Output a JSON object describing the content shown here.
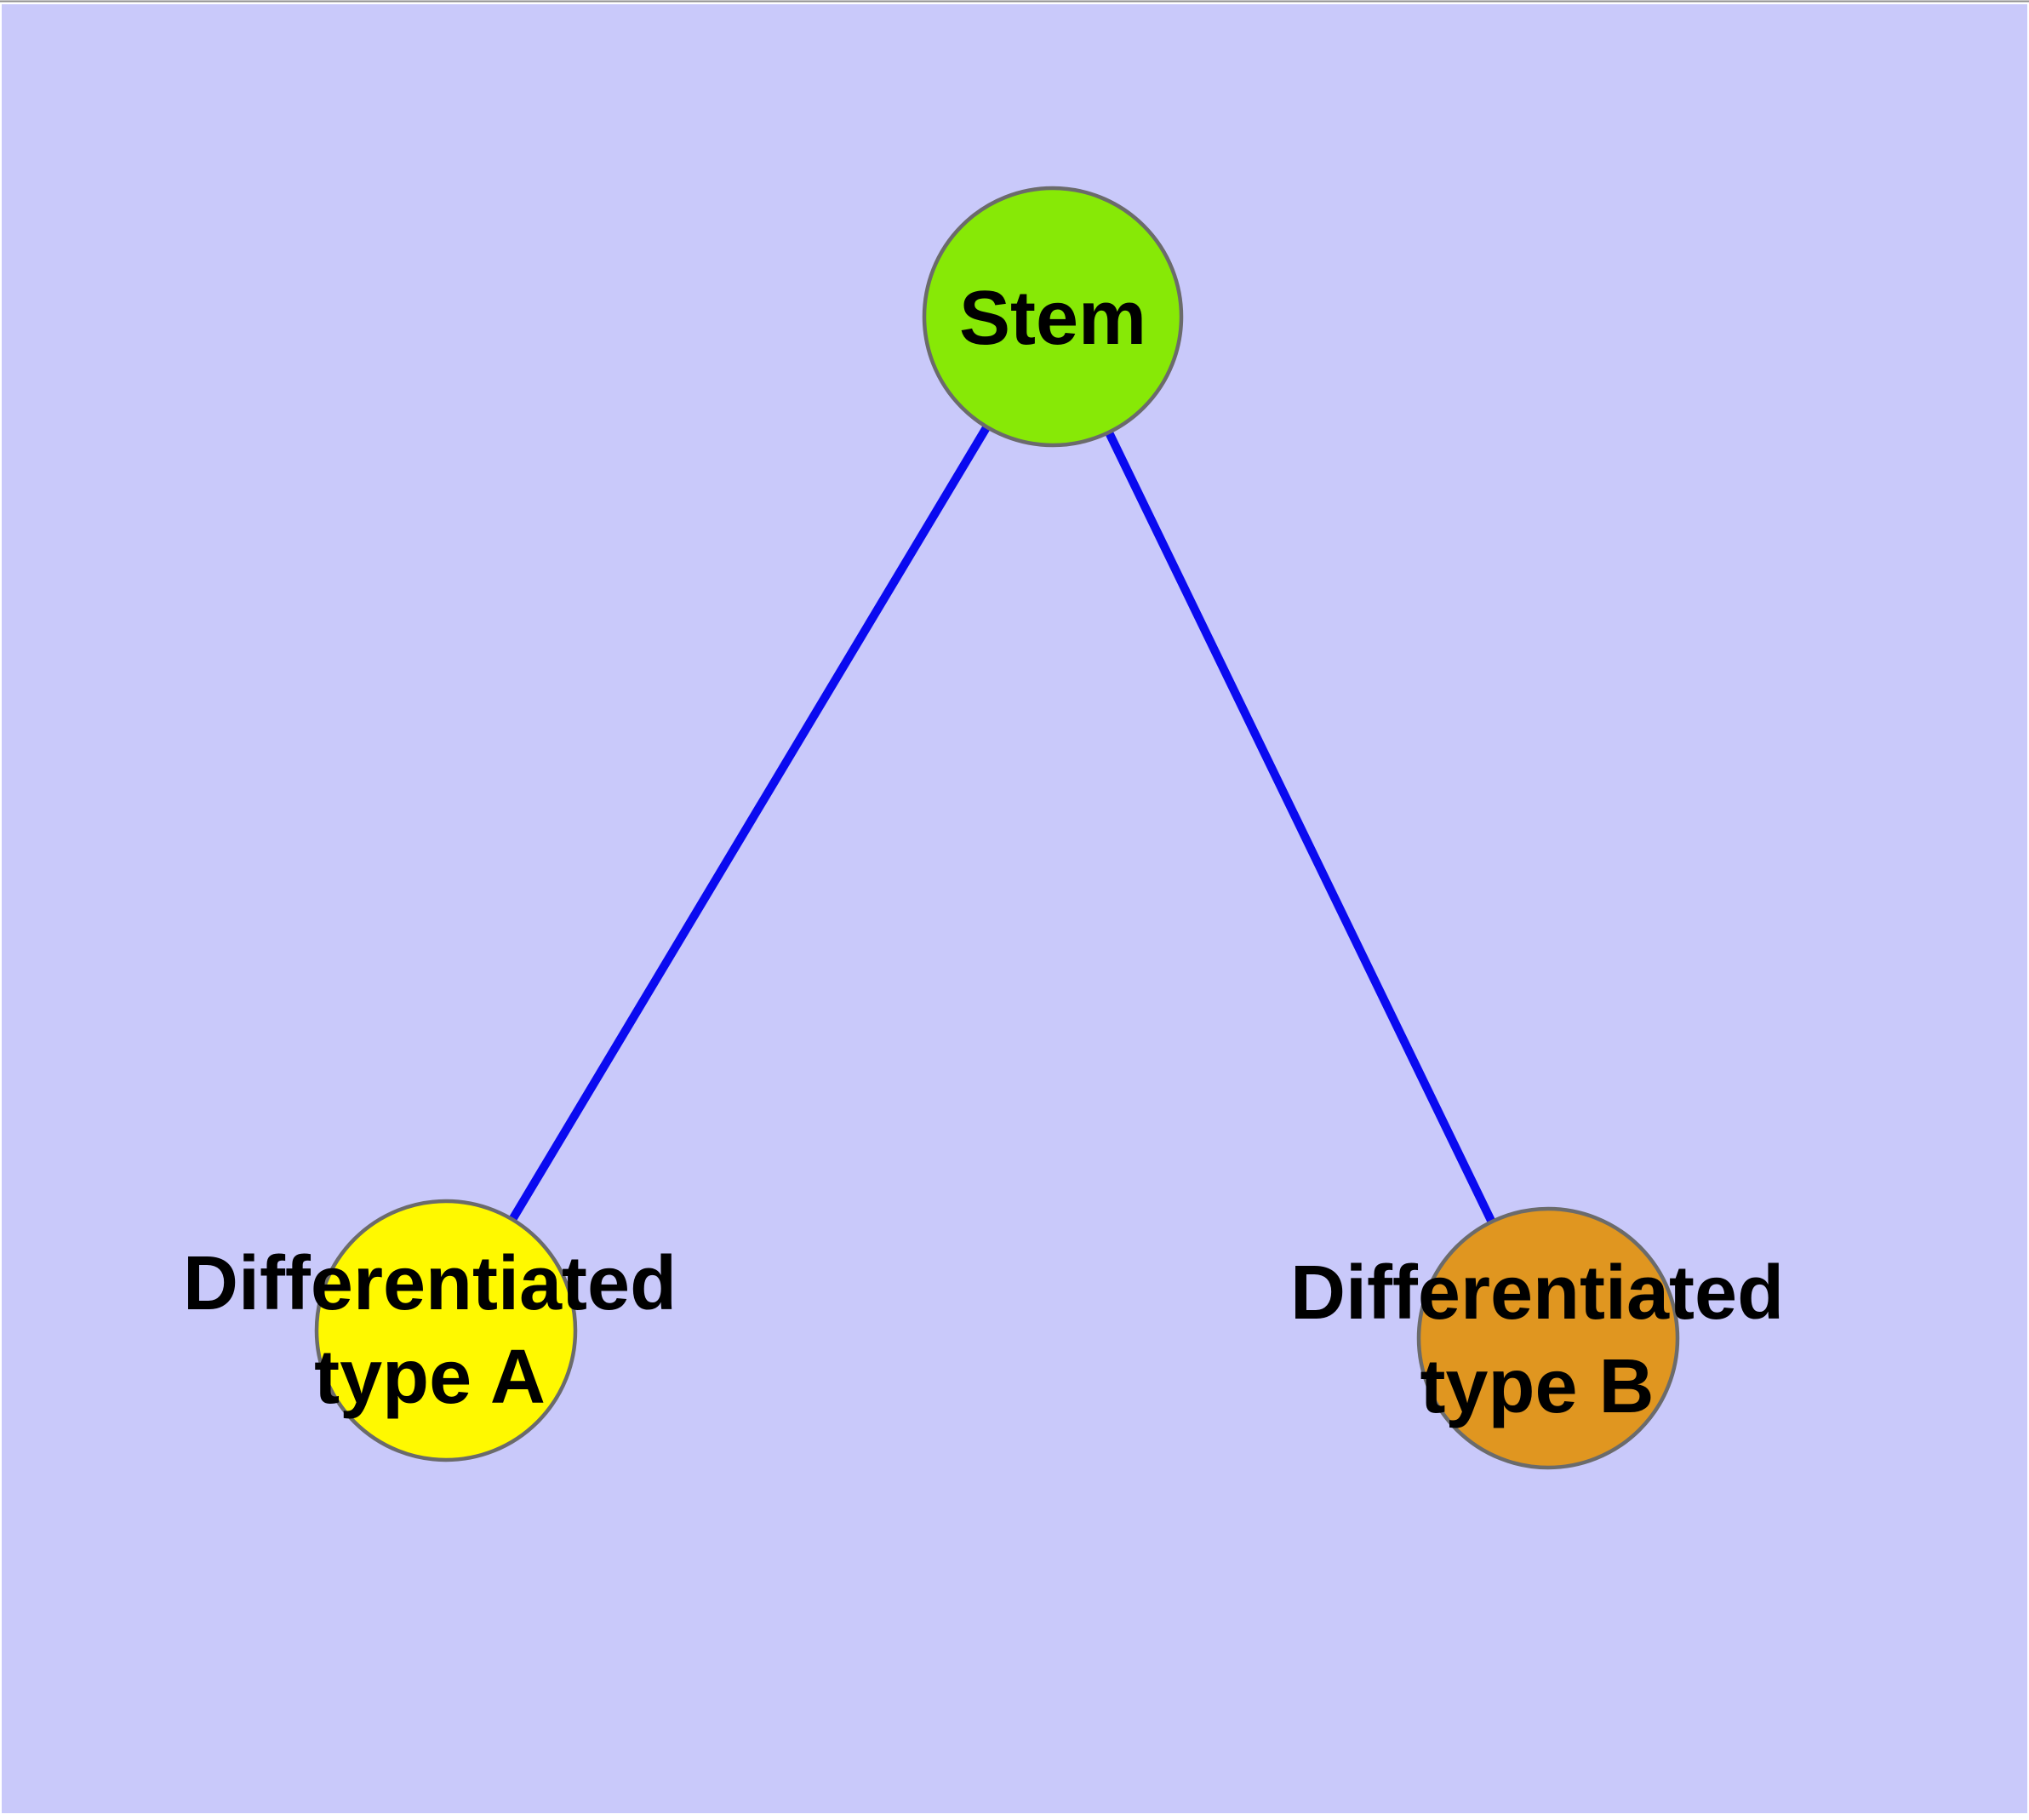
{
  "diagram": {
    "type": "graph",
    "background_color": "#C9C9FA",
    "margin_color": "#FFFFFF",
    "top_rule_color": "#8E8E8E",
    "edge_color": "#0A0AF0",
    "node_border_color": "#6B6B6B",
    "label_color": "#000000",
    "nodes": [
      {
        "id": "stem",
        "label": "Stem",
        "color": "#87E906"
      },
      {
        "id": "typeA",
        "label": "Differentiated\ntype A",
        "color": "#FFF900"
      },
      {
        "id": "typeB",
        "label": "Differentiated\ntype B",
        "color": "#E09620"
      }
    ],
    "edges": [
      {
        "from": "stem",
        "to": "typeA"
      },
      {
        "from": "stem",
        "to": "typeB"
      }
    ]
  }
}
